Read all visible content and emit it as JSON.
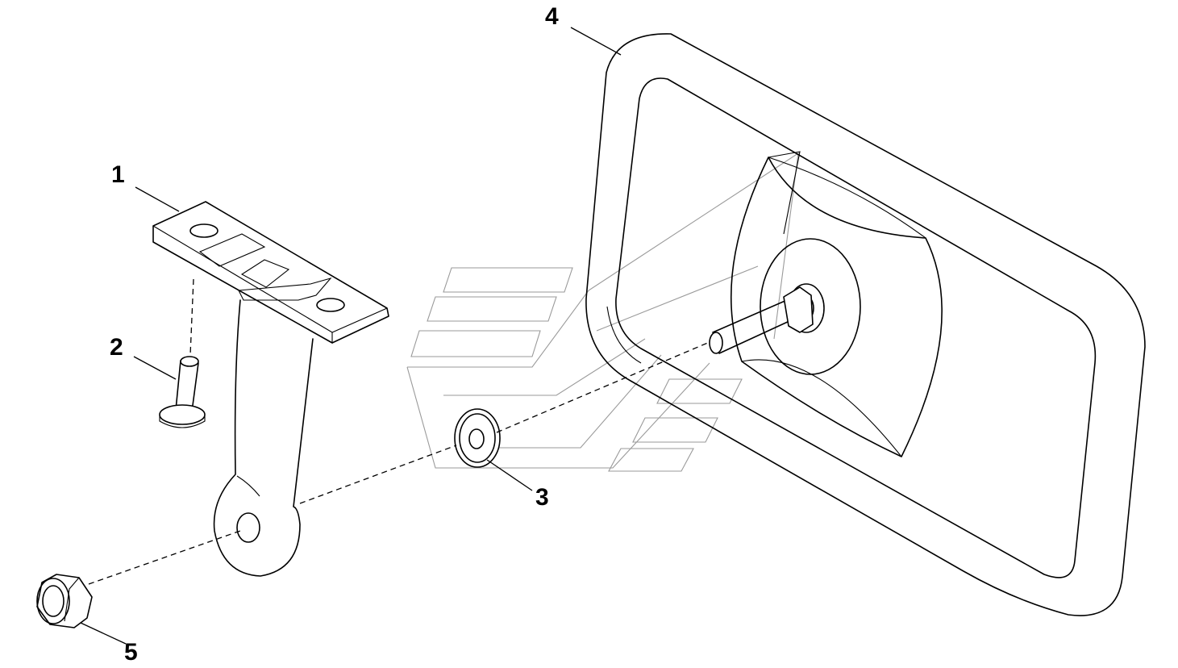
{
  "callouts": [
    {
      "id": "1",
      "label": "1"
    },
    {
      "id": "2",
      "label": "2"
    },
    {
      "id": "3",
      "label": "3"
    },
    {
      "id": "4",
      "label": "4"
    },
    {
      "id": "5",
      "label": "5"
    }
  ],
  "colors": {
    "line": "#000000",
    "watermark": "#9a9a9a",
    "background": "#ffffff"
  }
}
